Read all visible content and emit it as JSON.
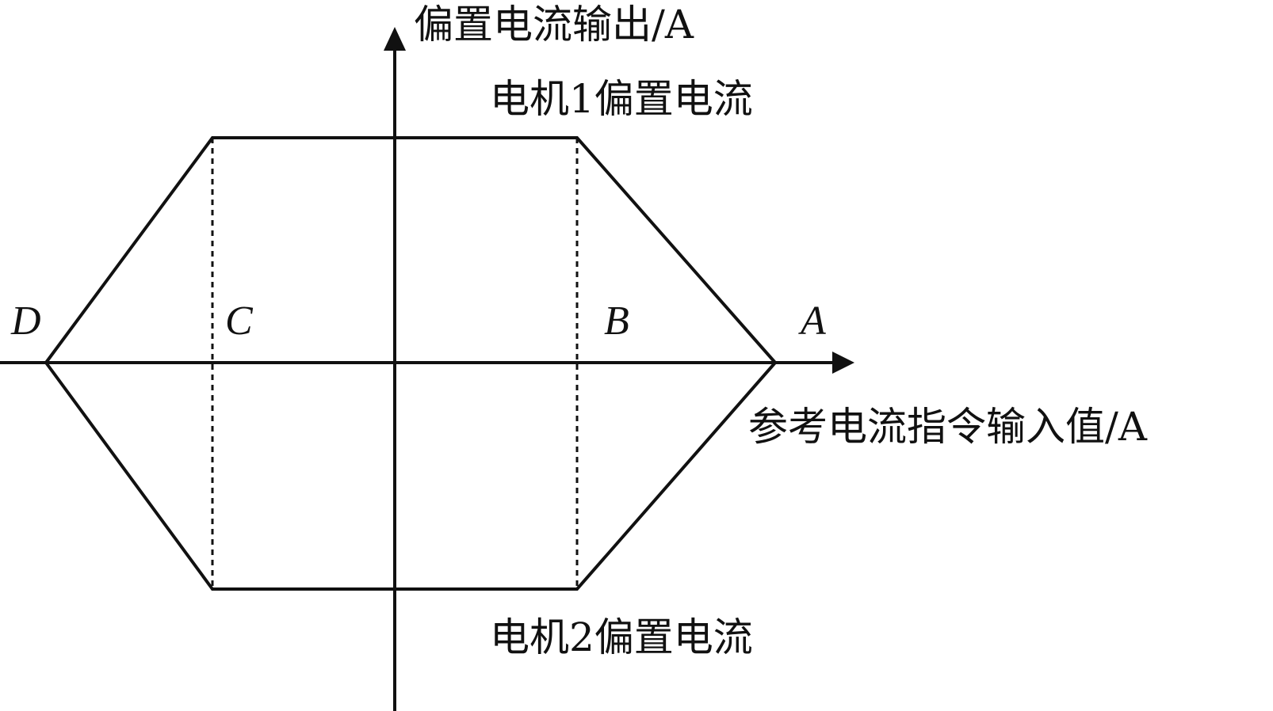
{
  "diagram": {
    "y_axis_label": "偏置电流输出/A",
    "x_axis_label": "参考电流指令输入值/A",
    "curve_upper_label": "电机1偏置电流",
    "curve_lower_label": "电机2偏置电流",
    "points": {
      "A": "A",
      "B": "B",
      "C": "C",
      "D": "D"
    }
  },
  "colors": {
    "stroke": "#111111",
    "background": "#ffffff"
  }
}
